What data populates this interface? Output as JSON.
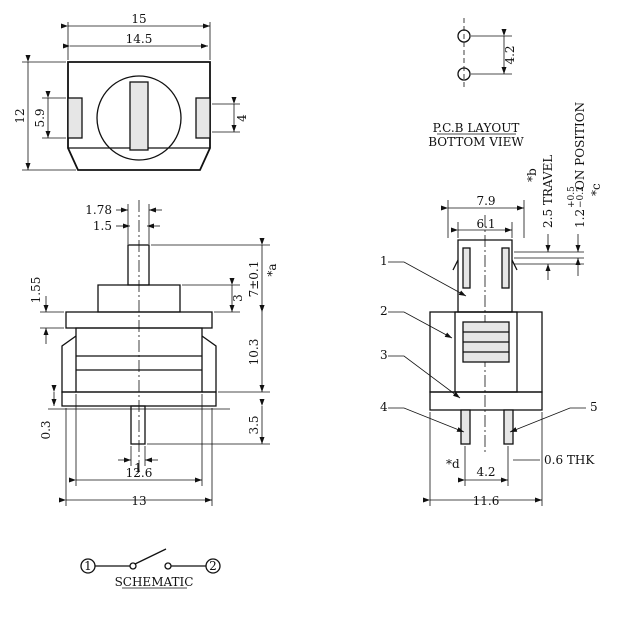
{
  "top_view": {
    "dim_15": "15",
    "dim_14_5": "14.5",
    "dim_12": "12",
    "dim_5_9": "5.9",
    "dim_4": "4"
  },
  "pcb": {
    "dim_4_2": "4.2",
    "title": "P.C.B LAYOUT",
    "subtitle": "BOTTOM VIEW"
  },
  "front_view": {
    "dim_1_78": "1.78",
    "dim_1_5": "1.5",
    "dim_1_55": "1.55",
    "dim_3": "3",
    "dim_7": "7±0.1",
    "note_a": "*a",
    "dim_10_3": "10.3",
    "dim_0_3": "0.3",
    "dim_3_5": "3.5",
    "dim_1": "1",
    "dim_12_6": "12.6",
    "dim_13": "13"
  },
  "side_view": {
    "note_b": "*b",
    "travel": "2.5 TRAVEL",
    "on_pos_base": "1.2",
    "on_pos_tol_plus": "+0.5",
    "on_pos_tol_minus": "−0.2",
    "on_pos_label": "ON POSITION",
    "note_c": "*c",
    "dim_7_9": "7.9",
    "dim_6_1": "6.1",
    "callout_1": "1",
    "callout_2": "2",
    "callout_3": "3",
    "callout_4": "4",
    "callout_5": "5",
    "note_d": "*d",
    "dim_4_2": "4.2",
    "thk": "0.6 THK",
    "dim_11_6": "11.6"
  },
  "schematic": {
    "pin1": "1",
    "pin2": "2",
    "label": "SCHEMATIC"
  }
}
